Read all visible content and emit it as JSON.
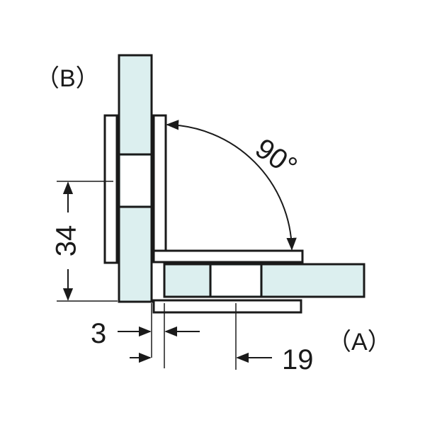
{
  "labels": {
    "part_b": "（B）",
    "part_a": "（A）",
    "angle": "90°",
    "height": "34",
    "gap": "3",
    "offset": "19"
  },
  "colors": {
    "glass": "#dcefef",
    "stroke": "#1a1a1a",
    "background": "#ffffff"
  }
}
